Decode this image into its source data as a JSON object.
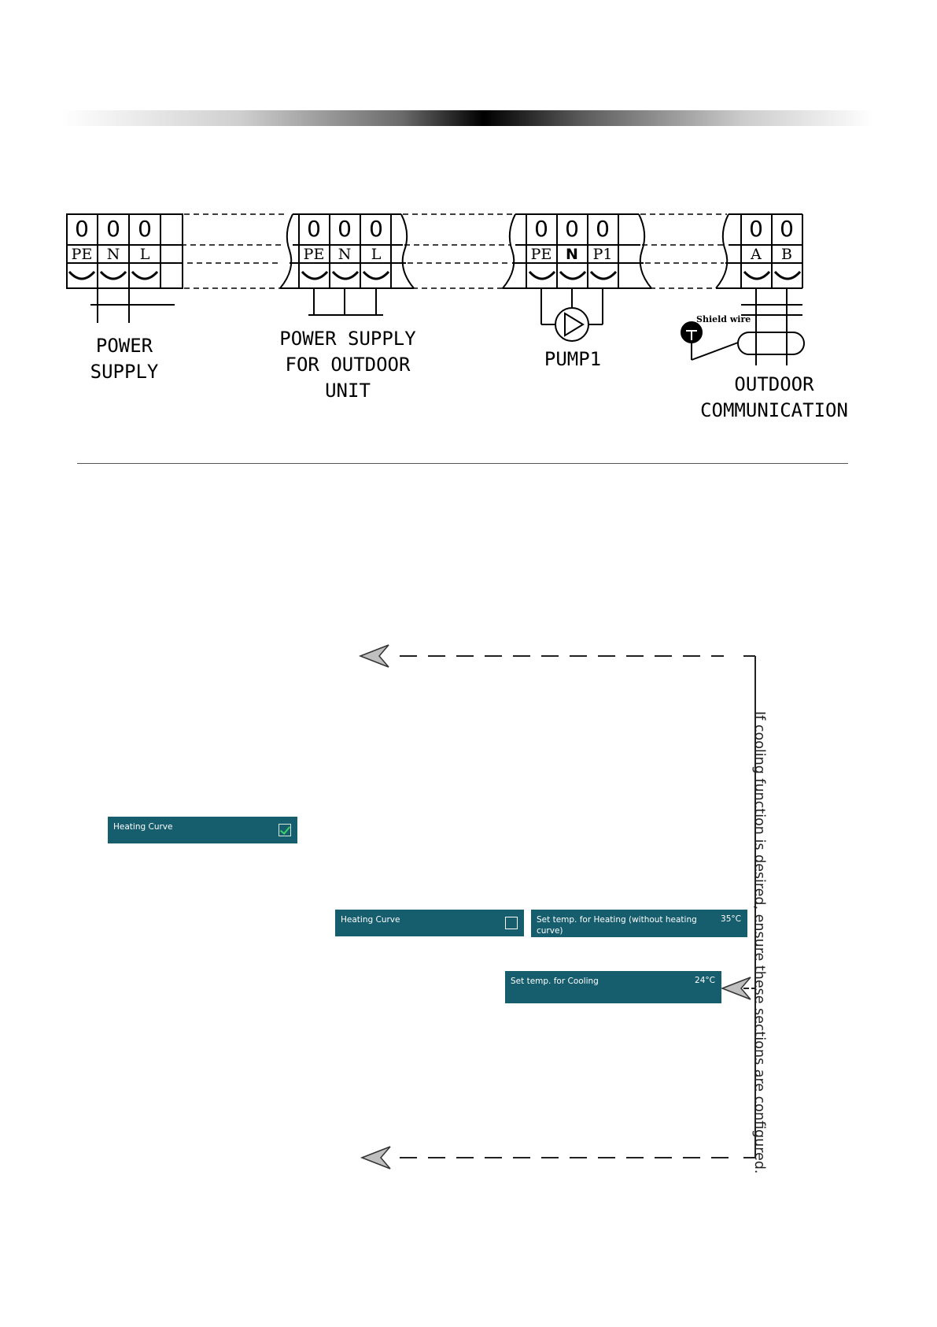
{
  "diagram": {
    "groups": [
      {
        "terminals": [
          "PE",
          "N",
          "L"
        ],
        "caption": [
          "POWER",
          "SUPPLY"
        ]
      },
      {
        "terminals": [
          "PE",
          "N",
          "L"
        ],
        "caption": [
          "POWER SUPPLY",
          "FOR OUTDOOR",
          "UNIT"
        ]
      },
      {
        "terminals": [
          "PE",
          "N",
          "P1"
        ],
        "caption": [
          "PUMP1"
        ]
      },
      {
        "terminals": [
          "A",
          "B"
        ],
        "caption": [
          "OUTDOOR",
          "COMMUNICATION"
        ]
      }
    ],
    "screw_symbol": "0",
    "shield_label": "Shield wire"
  },
  "panels": {
    "heating_curve_on": {
      "label": "Heating Curve",
      "checked": true
    },
    "heating_curve_off": {
      "label": "Heating Curve",
      "checked": false
    },
    "set_heating": {
      "label": "Set temp. for Heating (without heating curve)",
      "value": "35°C"
    },
    "set_cooling": {
      "label": "Set temp. for Cooling",
      "value": "24°C"
    }
  },
  "note": "If cooling function is desired, ensure these sections are  configured.",
  "colors": {
    "panel": "#165d6e",
    "check": "#3fd06a"
  }
}
